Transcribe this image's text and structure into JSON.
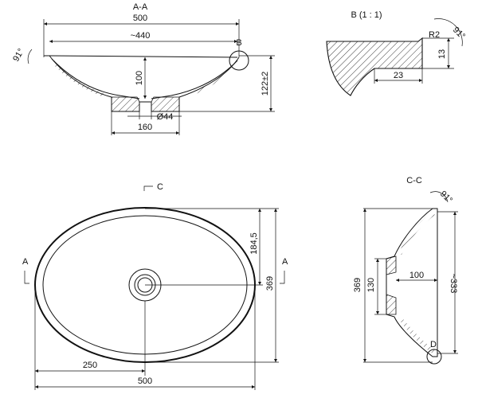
{
  "section_aa": {
    "title": "A-A",
    "dim_width": "500",
    "dim_inner": "~440",
    "detail_marker": "B",
    "angle": "91°",
    "dim_depth": "100",
    "dim_height": "122±2",
    "dim_drain": "Ø44",
    "dim_base": "160"
  },
  "detail_b": {
    "title": "B (1 : 1)",
    "dim_radius": "R2",
    "angle": "91°",
    "dim_thickness": "13",
    "dim_width": "23"
  },
  "plan_view": {
    "section_marker_c": "C",
    "section_marker_a_left": "A",
    "section_marker_a_right": "A",
    "dim_half_length": "184,5",
    "dim_length": "369",
    "dim_half_width": "250",
    "dim_width": "500"
  },
  "section_cc": {
    "title": "C-C",
    "angle": "91°",
    "dim_length": "369",
    "dim_drain": "130",
    "dim_depth": "100",
    "dim_inner": "~333",
    "detail_marker": "D"
  }
}
